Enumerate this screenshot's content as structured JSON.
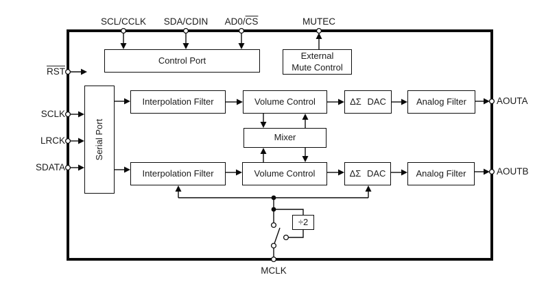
{
  "diagram": {
    "type": "block-diagram",
    "colors": {
      "line": "#0b0b0b",
      "text": "#1a1a1a",
      "background": "#ffffff"
    },
    "blocks": {
      "control_port": {
        "label": "Control Port"
      },
      "external_mute": {
        "label": "External\nMute Control"
      },
      "serial_port": {
        "label": "Serial Port"
      },
      "interpolation_filter_a": {
        "label": "Interpolation Filter"
      },
      "interpolation_filter_b": {
        "label": "Interpolation Filter"
      },
      "volume_control_a": {
        "label": "Volume Control"
      },
      "volume_control_b": {
        "label": "Volume Control"
      },
      "mixer": {
        "label": "Mixer"
      },
      "dac_a": {
        "label": "ΔΣ DAC"
      },
      "dac_b": {
        "label": "ΔΣ DAC"
      },
      "analog_filter_a": {
        "label": "Analog Filter"
      },
      "analog_filter_b": {
        "label": "Analog Filter"
      },
      "divider": {
        "label": "÷2"
      }
    },
    "pins": {
      "top": [
        {
          "label": "SCL/CCLK"
        },
        {
          "label": "SDA/CDIN"
        },
        {
          "label_plain": "AD0/",
          "label_overline": "CS"
        },
        {
          "label": "MUTEC"
        }
      ],
      "left": [
        {
          "label_overline": "RST"
        },
        {
          "label": "SCLK"
        },
        {
          "label": "LRCK"
        },
        {
          "label": "SDATA"
        }
      ],
      "right": [
        {
          "label": "AOUTA"
        },
        {
          "label": "AOUTB"
        }
      ],
      "bottom": [
        {
          "label": "MCLK"
        }
      ]
    }
  }
}
